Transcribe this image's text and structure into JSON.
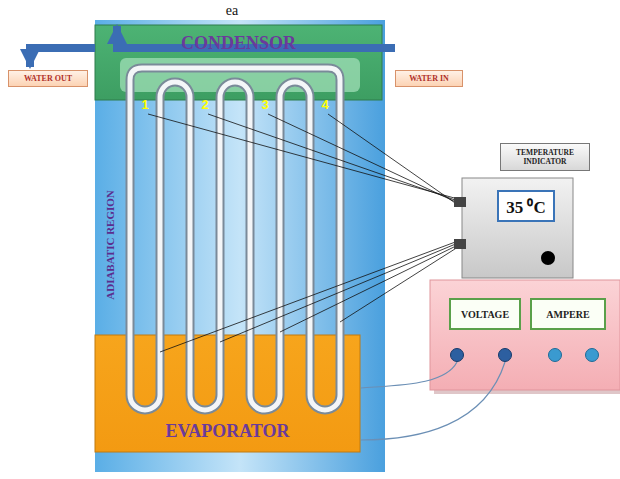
{
  "diagram": {
    "nodes": [
      {
        "text": [
          "CONDENSOR"
        ]
      },
      {
        "text": [
          "WATER OUT"
        ]
      },
      {
        "text": [
          "WATER IN"
        ]
      },
      {
        "text": [
          "TEMPERATURE INDICATOR"
        ]
      },
      {
        "text": [
          "35 ⁰C"
        ]
      },
      {
        "text": [
          "VOLTAGE"
        ]
      },
      {
        "text": [
          "AMPERE"
        ]
      },
      {
        "text": [
          "EVAPORATOR"
        ]
      }
    ],
    "edges": [
      {
        "from": 0,
        "to": 1,
        "arrow": "to"
      },
      {
        "from": 2,
        "to": 0,
        "arrow": "to"
      }
    ],
    "labels": [
      "ea",
      "1",
      "2",
      "3",
      "4",
      "ADIABATIC REGION"
    ]
  }
}
